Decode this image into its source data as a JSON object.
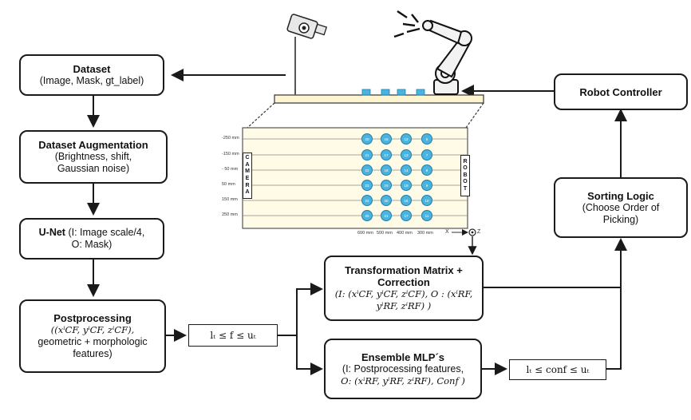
{
  "boxes": {
    "dataset": {
      "title": "Dataset",
      "sub": "(Image, Mask, gt_label)"
    },
    "augmentation": {
      "title": "Dataset Augmentation",
      "line1": "(Brightness, shift,",
      "line2": "Gaussian noise)"
    },
    "unet": {
      "title": "U-Net",
      "line1": " (I: Image scale/4,",
      "line2": "O: Mask)"
    },
    "postprocessing": {
      "title": "Postprocessing",
      "line1": "((xⁱCF, yⁱCF, zⁱCF),",
      "line2": "geometric + morphologic",
      "line3": "features)"
    },
    "transformation": {
      "title1": "Transformation Matrix +",
      "title2": "Correction",
      "line1": "(I: (xⁱCF, yⁱCF, zⁱCF), O : (xⁱRF,",
      "line2": "yⁱRF, zⁱRF) )"
    },
    "ensemble": {
      "title": "Ensemble MLP´s",
      "line1": "(I: Postprocessing features,",
      "line2": "O: (xⁱRF, yⁱRF, zⁱRF), Conf )"
    },
    "robot_controller": {
      "title": "Robot Controller"
    },
    "sorting": {
      "title": "Sorting Logic",
      "line1": "(Choose Order of",
      "line2": "Picking)"
    }
  },
  "inequalities": {
    "feature": "lₜ ≤ f ≤ uₜ",
    "confidence": "lₜ ≤ conf ≤ uₜ"
  },
  "table": {
    "y_labels": [
      "-250 mm",
      "-150 mm",
      "- 50 mm",
      "50 mm",
      "150 mm",
      "250 mm"
    ],
    "x_labels": [
      "600 mm",
      "500 mm",
      "400 mm",
      "300 mm"
    ],
    "camera_letters": [
      "C",
      "A",
      "M",
      "E",
      "R",
      "A"
    ],
    "robot_letters": [
      "R",
      "O",
      "B",
      "O",
      "T"
    ],
    "axis_x": "X",
    "axis_z": "Z",
    "cells": [
      [
        "20",
        "16",
        "12",
        "6"
      ],
      [
        "21",
        "17",
        "13",
        "7"
      ],
      [
        "22",
        "18",
        "14",
        "8"
      ],
      [
        "23",
        "19",
        "15",
        "9"
      ],
      [
        "24",
        "20",
        "16",
        "10"
      ],
      [
        "25",
        "21",
        "17",
        "11"
      ]
    ]
  },
  "colors": {
    "cell": "#4bb3dd",
    "stroke": "#1a1a1a",
    "table_bg": "#fffbe6",
    "red_dot": "#d11"
  }
}
